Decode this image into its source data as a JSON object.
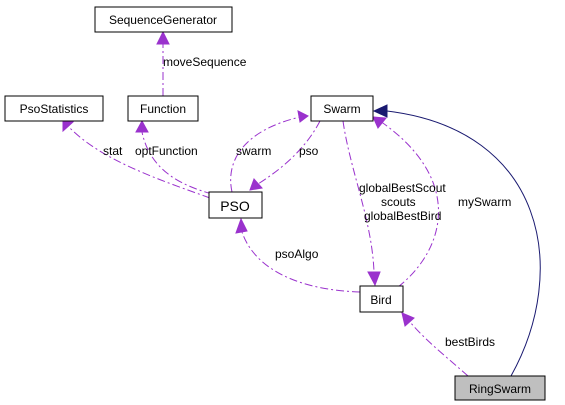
{
  "nodes": {
    "sequence_generator": "SequenceGenerator",
    "pso_statistics": "PsoStatistics",
    "function": "Function",
    "swarm": "Swarm",
    "pso": "PSO",
    "bird": "Bird",
    "ring_swarm": "RingSwarm"
  },
  "edge_labels": {
    "move_sequence": "moveSequence",
    "stat": "stat",
    "opt_function": "optFunction",
    "swarm": "swarm",
    "pso": "pso",
    "global_best_scout": "globalBestScout",
    "scouts": "scouts",
    "global_best_bird": "globalBestBird",
    "my_swarm": "mySwarm",
    "pso_algo": "psoAlgo",
    "best_birds": "bestBirds"
  },
  "colors": {
    "usage_edge": "#9a32cd",
    "inheritance_edge": "#191970",
    "highlight_node": "#bfbfbf"
  }
}
